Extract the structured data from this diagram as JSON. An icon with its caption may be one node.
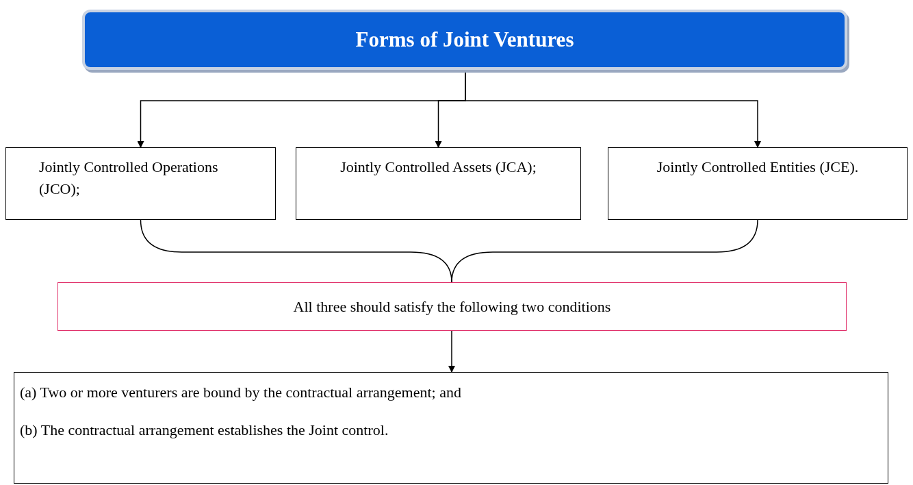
{
  "diagram": {
    "nodes": [
      {
        "text": [
          "Forms of Joint Ventures"
        ]
      },
      {
        "text": [
          "Jointly Controlled Operations (JCO);"
        ]
      },
      {
        "text": [
          "Jointly Controlled Assets (JCA);"
        ]
      },
      {
        "text": [
          "Jointly Controlled Entities (JCE)."
        ]
      },
      {
        "text": [
          "All three should satisfy the following two conditions"
        ]
      },
      {
        "text": [
          "(a) Two or more venturers are bound by the contractual arrangement; and",
          "(b) The contractual arrangement establishes the Joint control."
        ]
      }
    ],
    "edges": [
      {
        "from": 0,
        "to": 1,
        "arrow": "to"
      },
      {
        "from": 0,
        "to": 2,
        "arrow": "to"
      },
      {
        "from": 0,
        "to": 3,
        "arrow": "to"
      },
      {
        "from": 1,
        "to": 4,
        "arrow": "none"
      },
      {
        "from": 3,
        "to": 4,
        "arrow": "none"
      },
      {
        "from": 4,
        "to": 5,
        "arrow": "to"
      }
    ]
  }
}
